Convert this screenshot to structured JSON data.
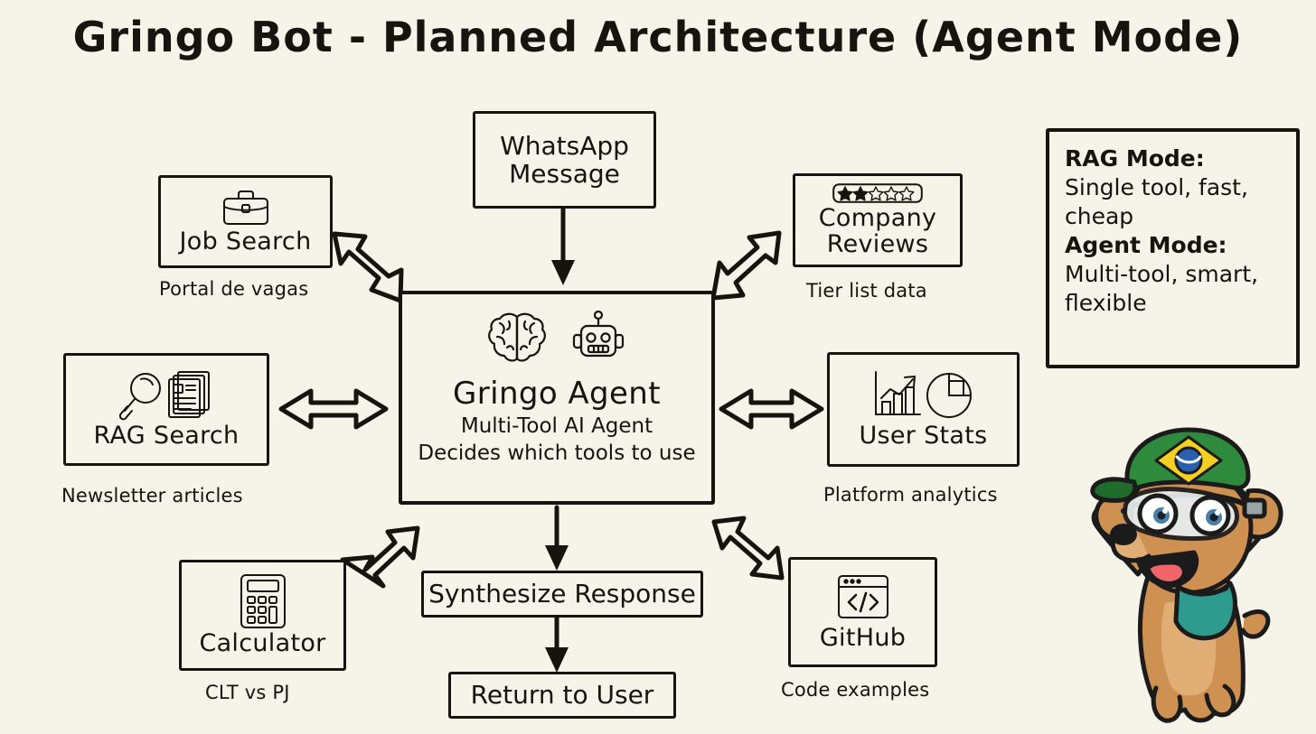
{
  "title": "Gringo Bot - Planned Architecture (Agent Mode)",
  "colors": {
    "background": "#f6f3e9",
    "ink": "#17140f",
    "cap_green": "#2e8b3d",
    "cap_green_dark": "#1f6b2c",
    "flag_yellow": "#f5d020",
    "flag_blue": "#2a5fb0",
    "dog_body": "#cf9152",
    "dog_body_light": "#e0ad74",
    "bandana_teal": "#2e9b8f",
    "tongue_pink": "#f0656a",
    "goggle_glass": "#e8f0f2"
  },
  "center": {
    "title": "Gringo Agent",
    "subtitle_1": "Multi-Tool AI Agent",
    "subtitle_2": "Decides which tools to use",
    "icons": [
      "brain-icon",
      "robot-icon"
    ]
  },
  "flow": {
    "input_line_1": "WhatsApp",
    "input_line_2": "Message",
    "synthesize": "Synthesize Response",
    "return": "Return to User"
  },
  "tools": [
    {
      "id": "job-search",
      "label": "Job Search",
      "caption": "Portal de vagas",
      "icon": "briefcase-icon"
    },
    {
      "id": "rag-search",
      "label": "RAG Search",
      "caption": "Newsletter articles",
      "icon": "magnifier-documents-icon"
    },
    {
      "id": "calculator",
      "label": "Calculator",
      "caption": "CLT vs PJ",
      "icon": "calculator-icon"
    },
    {
      "id": "company-reviews",
      "label_1": "Company",
      "label_2": "Reviews",
      "caption": "Tier list data",
      "icon": "star-rating-icon",
      "stars_filled": 2,
      "stars_total": 5
    },
    {
      "id": "user-stats",
      "label": "User Stats",
      "caption": "Platform analytics",
      "icon": "bar-pie-chart-icon"
    },
    {
      "id": "github",
      "label": "GitHub",
      "caption": "Code examples",
      "icon": "code-window-icon"
    }
  ],
  "legend": {
    "rag_mode_head": "RAG Mode:",
    "rag_mode_body": "Single tool, fast, cheap",
    "agent_mode_head": "Agent Mode:",
    "agent_mode_body": "Multi-tool, smart, flexible"
  },
  "mascot": {
    "name": "gringo-dog-mascot",
    "description": "Cheering cartoon dog wearing a green Brazil flag cap, goggles and a teal bandana"
  }
}
